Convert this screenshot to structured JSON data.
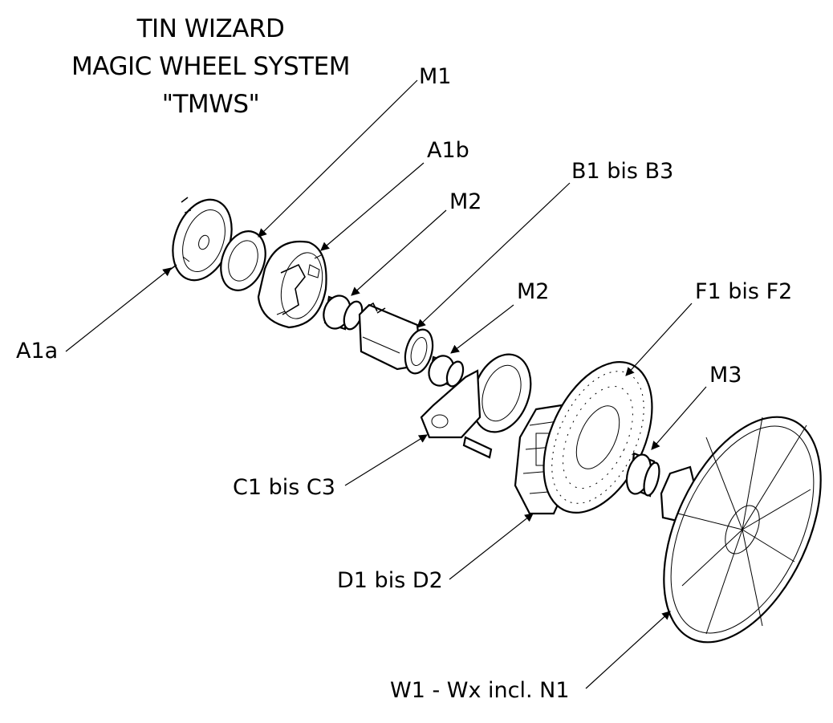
{
  "title": {
    "line1": "TIN WIZARD",
    "line2": "MAGIC WHEEL SYSTEM",
    "line3": "\"TMWS\""
  },
  "labels": {
    "m1": "M1",
    "a1b": "A1b",
    "b1_b3": "B1 bis B3",
    "m2_top": "M2",
    "m2_mid": "M2",
    "f1_f2": "F1 bis F2",
    "m3": "M3",
    "a1a": "A1a",
    "c1_c3": "C1 bis C3",
    "d1_d2": "D1 bis D2",
    "w1_wx": "W1 - Wx incl. N1"
  }
}
